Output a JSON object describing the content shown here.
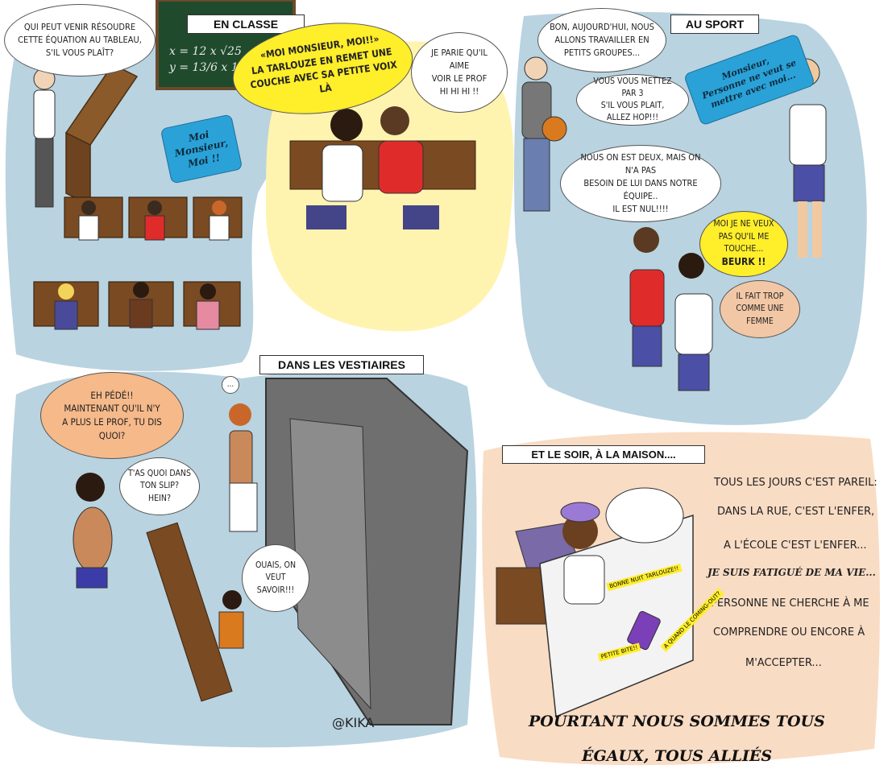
{
  "colors": {
    "panel_blue": "#b9d3e0",
    "yellow_glow": "#fff3b0",
    "home_peach": "#f9dcc4",
    "burst_blue": "#2aa2d8",
    "yellow_bubble": "#ffee2a",
    "orange_bubble": "#f6b98a",
    "tan_bubble": "#f2c7a6",
    "board_green": "#1f4a2c"
  },
  "panel_class": {
    "caption": "EN CLASSE",
    "teacher_bubble": "Qui peut venir résoudre\ncette équation au tableau,\nS'il vous plaît?",
    "board_line1": "x = 12 x √25",
    "board_line2": "y = 13/6 x 1/3 x",
    "student_burst": "Moi\nMonsieur,\nMoi !!",
    "yellow_bubble": "«Moi MOnsieur, Moi!!»\nLa tarlouze en remet une\ncouche avec sa petite voix là",
    "whisper_bubble": "Je parie qu'il aime\nvoir le prof\nHI HI HI !!"
  },
  "panel_sport": {
    "caption": "AU SPORT",
    "coach_bubble1": "Bon, aujourd'hui, nous\nallons travailler en\npetits groupes...",
    "coach_bubble2": "Vous vous mettez par 3\ns'il vous plait,\nallez hop!!!",
    "boy_burst": "Monsieur,\nPersonne ne veut se\nmettre avec moi...",
    "red_boy_bubble": "Nous on est DEUX, mais on n'a pas\nbesoin de lui dans notre équipe..\nil est NUL!!!!",
    "yellow_bubble_text": "Moi je ne veux\npas qu'il me\ntouche...",
    "yellow_bubble_emph": "BEURK !!",
    "tan_bubble": "Il fait trop\ncomme une\nfemme"
  },
  "panel_locker": {
    "caption": "DANS LES VESTIAIRES",
    "orange_bubble": "Eh PÉDÉ!!\nmaintenant qu'il n'y\na plus le prof, tu dis\nquoi?",
    "bubble2": "T'as quoi dans\nton slip?\nHein?",
    "dots_bubble": "...",
    "bubble3": "Ouais, on\nveut\nsavoir!!!",
    "signature": "@KIKA"
  },
  "panel_home": {
    "caption": "ET LE SOIR, À LA MAISON....",
    "narration": [
      "Tous les jours c'est pareil:",
      "dans la rue, c'est l'enfer,",
      "a l'école c'est l'enfer...",
      "Je suis fatigué de ma vie...",
      "personne ne cherche à me",
      "comprendre ou encore à",
      "m'accepter..."
    ],
    "phone_labels": [
      "Bonne nuit tarlouze!!",
      "A quand le coming-out?",
      "Petite bite!!"
    ],
    "conclusion_line1": "POURTANT NOUS SOMMES TOUS",
    "conclusion_line2": "ÉGAUX, TOUS ALLIÉS"
  }
}
